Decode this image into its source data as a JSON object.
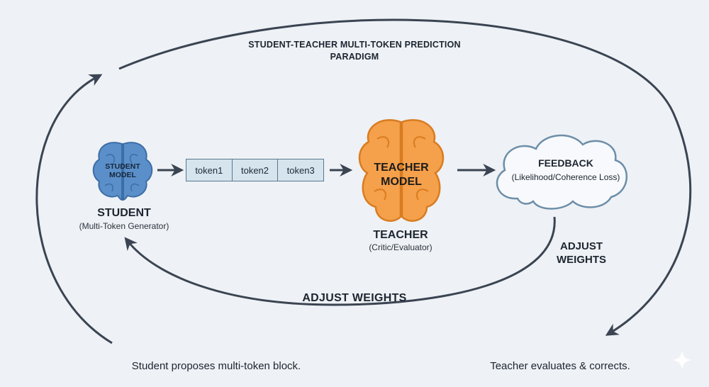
{
  "title": "STUDENT-TEACHER MULTI-TOKEN PREDICTION PARADIGM",
  "student": {
    "inner_text": "STUDENT MODEL",
    "name": "STUDENT",
    "role": "(Multi-Token Generator)",
    "color": "#5b8fc9"
  },
  "tokens": [
    "token1",
    "token2",
    "token3"
  ],
  "teacher": {
    "inner_text": "TEACHER MODEL",
    "name": "TEACHER",
    "role": "(Critic/Evaluator)",
    "color": "#f5a04a"
  },
  "feedback": {
    "title": "FEEDBACK",
    "detail": "(Likelihood/Coherence Loss)"
  },
  "adjust_right": "ADJUST WEIGHTS",
  "adjust_bottom": "ADJUST WEIGHTS",
  "captions": {
    "left": "Student proposes multi-token block.",
    "right": "Teacher evaluates & corrects."
  },
  "colors": {
    "background": "#eef1f5",
    "arrow": "#3a4452",
    "token_fill": "#d6e4ee"
  }
}
